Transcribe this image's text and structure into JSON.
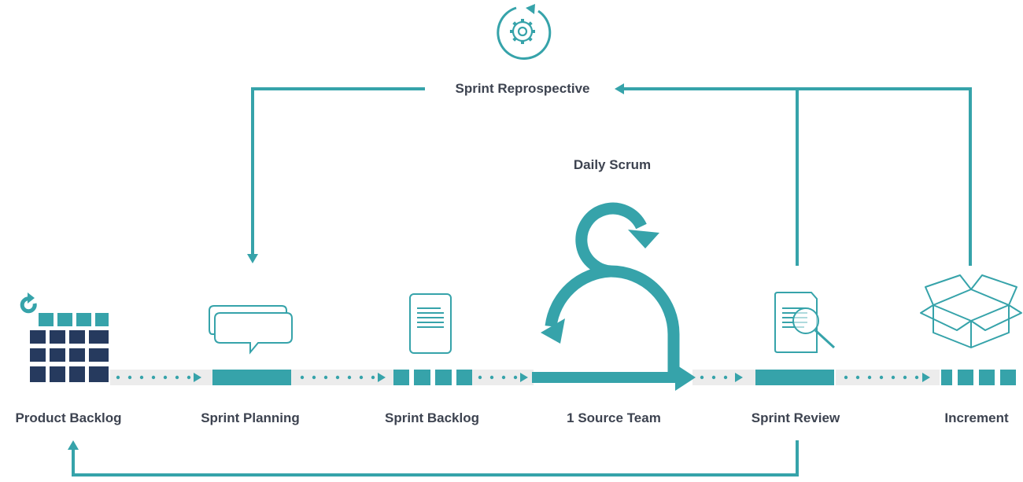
{
  "colors": {
    "teal": "#36a3aa",
    "navy": "#263a5e",
    "track": "#ececec",
    "text": "#3d4350"
  },
  "labels": {
    "retrospective": "Sprint Reprospective",
    "daily_scrum": "Daily Scrum",
    "product_backlog": "Product Backlog",
    "sprint_planning": "Sprint Planning",
    "sprint_backlog": "Sprint Backlog",
    "source_team": "1 Source Team",
    "sprint_review": "Sprint Review",
    "increment": "Increment"
  },
  "icons": {
    "retrospective": "gear-cycle-icon",
    "product_backlog": "refresh-grid-icon",
    "sprint_planning": "chat-bubbles-icon",
    "sprint_backlog": "document-icon",
    "daily_scrum": "scrum-loop-icon",
    "sprint_review": "document-search-icon",
    "increment": "open-box-icon"
  }
}
